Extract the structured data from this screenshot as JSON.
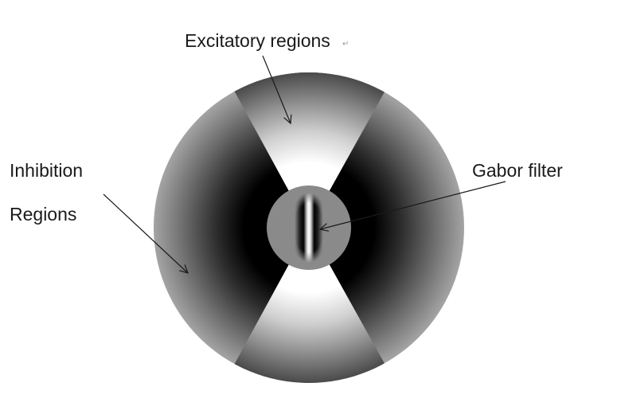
{
  "labels": {
    "excitatory": "Excitatory regions",
    "inhibition_line1": "Inhibition",
    "inhibition_line2": "Regions",
    "gabor": "Gabor filter"
  },
  "marks": {
    "paragraph_return": "↵"
  },
  "colors": {
    "background": "#ffffff",
    "dark_region": "#000000",
    "mid_gray": "#8a8a8a",
    "bright_region": "#ffffff",
    "arrow": "#1a1a1a"
  },
  "icons": {
    "arrow": "line-arrow"
  }
}
